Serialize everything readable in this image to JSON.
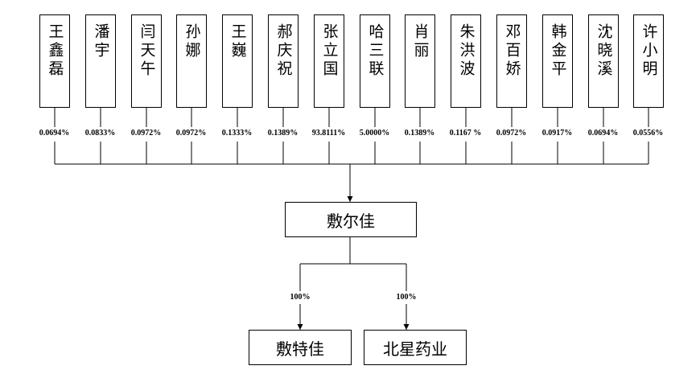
{
  "shareholders": [
    {
      "name": "王鑫磊",
      "pct": "0.0694%"
    },
    {
      "name": "潘宇",
      "pct": "0.0833%"
    },
    {
      "name": "闫天午",
      "pct": "0.0972%"
    },
    {
      "name": "孙娜",
      "pct": "0.0972%"
    },
    {
      "name": "王巍",
      "pct": "0.1333%"
    },
    {
      "name": "郝庆祝",
      "pct": "0.1389%"
    },
    {
      "name": "张立国",
      "pct": "93.8111%"
    },
    {
      "name": "哈三联",
      "pct": "5.0000%"
    },
    {
      "name": "肖丽",
      "pct": "0.1389%"
    },
    {
      "name": "朱洪波",
      "pct": "0.1167 %"
    },
    {
      "name": "邓百娇",
      "pct": "0.0972%"
    },
    {
      "name": "韩金平",
      "pct": "0.0917%"
    },
    {
      "name": "沈晓溪",
      "pct": "0.0694%"
    },
    {
      "name": "许小明",
      "pct": "0.0556%"
    }
  ],
  "parent": {
    "name": "敷尔佳"
  },
  "subsidiaries": [
    {
      "name": "敷特佳",
      "pct": "100%"
    },
    {
      "name": "北星药业",
      "pct": "100%"
    }
  ]
}
